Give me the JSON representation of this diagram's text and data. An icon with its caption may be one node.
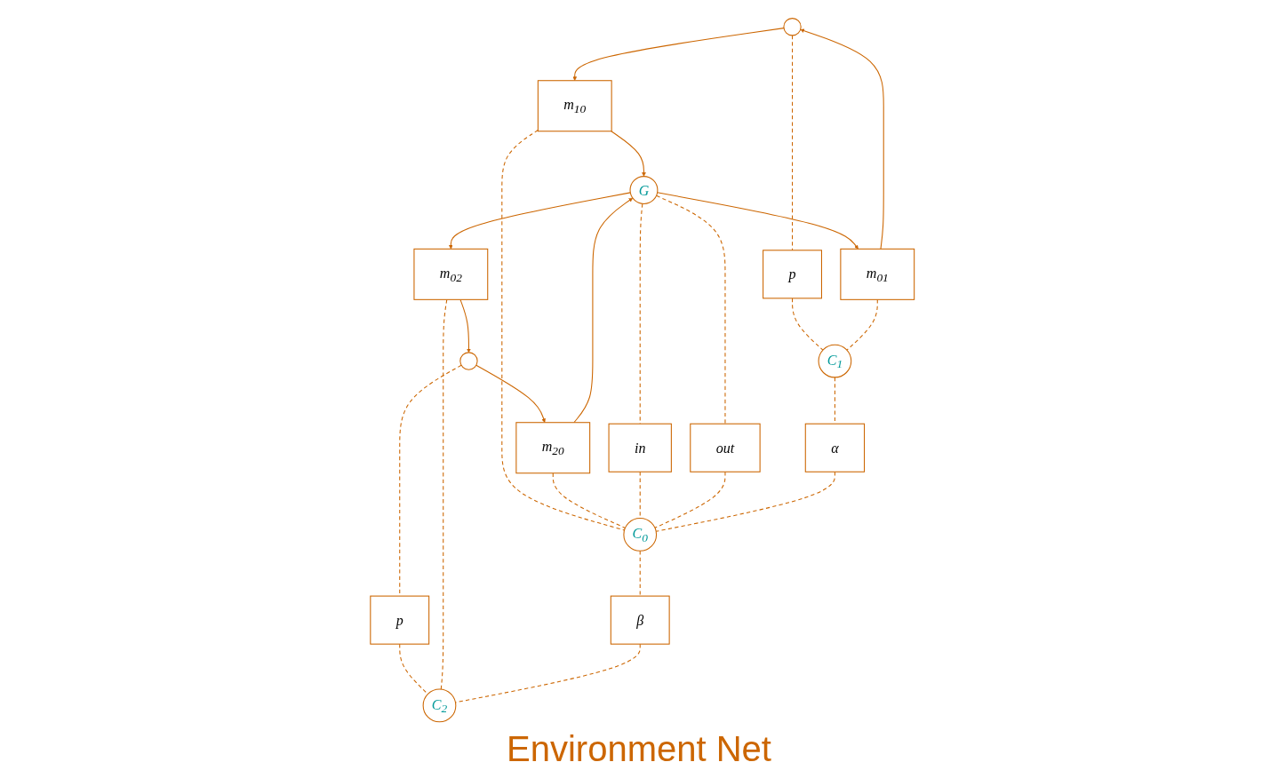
{
  "diagram": {
    "caption": "Environment Net",
    "nodes": [
      {
        "text": [],
        "shape": "circle"
      },
      {
        "text": [
          "m$_{10}$"
        ]
      },
      {
        "text": [
          "G"
        ]
      },
      {
        "text": [
          "m$_{20}$"
        ]
      },
      {
        "text": [],
        "shape": "circle"
      },
      {
        "text": [
          "m$_{01}$"
        ]
      },
      {
        "text": [
          "m$_{02}$"
        ]
      },
      {
        "text": [
          "in"
        ]
      },
      {
        "text": [
          "out"
        ]
      },
      {
        "text": [
          "p"
        ]
      },
      {
        "text": [
          "p"
        ]
      },
      {
        "text": [
          "C$_{0}$"
        ]
      },
      {
        "text": [
          "α"
        ]
      },
      {
        "text": [
          "β"
        ]
      },
      {
        "text": [
          "C$_{1}$"
        ]
      },
      {
        "text": [
          "C$_{2}$"
        ]
      }
    ],
    "edges": [
      {
        "from": 0,
        "to": 1,
        "arrow": "to"
      },
      {
        "from": 1,
        "to": 2,
        "arrow": "to"
      },
      {
        "from": 4,
        "to": 3,
        "arrow": "to"
      },
      {
        "from": 3,
        "to": 2,
        "arrow": "to"
      },
      {
        "from": 2,
        "to": 5,
        "arrow": "to"
      },
      {
        "from": 5,
        "to": 0,
        "arrow": "to"
      },
      {
        "from": 2,
        "to": 6,
        "arrow": "to"
      },
      {
        "from": 6,
        "to": 4,
        "arrow": "to"
      },
      {
        "from": 1,
        "to": 11,
        "arrow": "none",
        "style": "dashed"
      },
      {
        "from": 3,
        "to": 11,
        "arrow": "none",
        "style": "dashed"
      },
      {
        "from": 2,
        "to": 7,
        "arrow": "none",
        "style": "dashed"
      },
      {
        "from": 7,
        "to": 11,
        "arrow": "none",
        "style": "dashed"
      },
      {
        "from": 2,
        "to": 8,
        "arrow": "none",
        "style": "dashed"
      },
      {
        "from": 8,
        "to": 11,
        "arrow": "none",
        "style": "dashed"
      },
      {
        "from": 0,
        "to": 9,
        "arrow": "none",
        "style": "dashed"
      },
      {
        "from": 9,
        "to": 14,
        "arrow": "none",
        "style": "dashed"
      },
      {
        "from": 5,
        "to": 14,
        "arrow": "none",
        "style": "dashed"
      },
      {
        "from": 4,
        "to": 10,
        "arrow": "none",
        "style": "dashed"
      },
      {
        "from": 10,
        "to": 15,
        "arrow": "none",
        "style": "dashed"
      },
      {
        "from": 6,
        "to": 15,
        "arrow": "none",
        "style": "dashed"
      },
      {
        "from": 14,
        "to": 12,
        "arrow": "none",
        "style": "dashed"
      },
      {
        "from": 12,
        "to": 11,
        "arrow": "none",
        "style": "dashed"
      },
      {
        "from": 11,
        "to": 13,
        "arrow": "none",
        "style": "dashed"
      },
      {
        "from": 13,
        "to": 15,
        "arrow": "none",
        "style": "dashed"
      }
    ]
  }
}
